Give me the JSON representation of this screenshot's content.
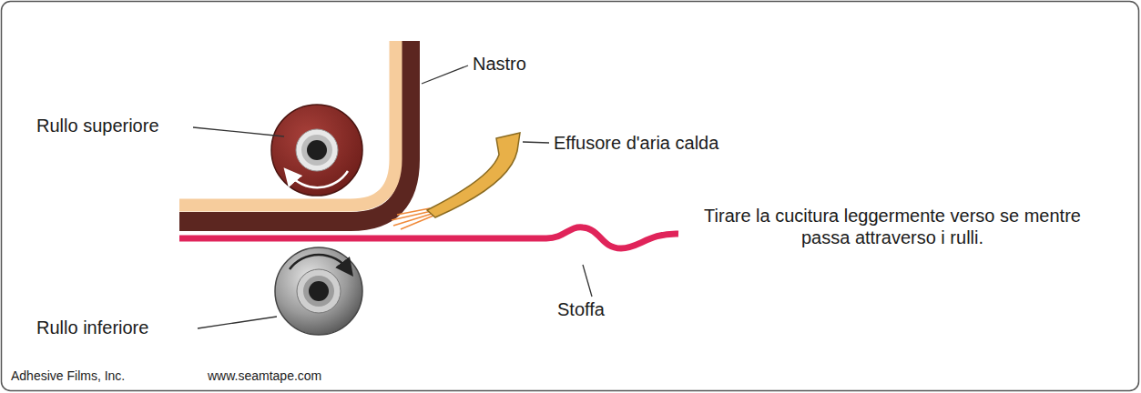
{
  "diagram": {
    "labels": [
      "Nastro",
      "Rullo superiore",
      "Effusore d'aria calda",
      "Tirare la cucitura leggermente verso se mentre passa attraverso i rulli.",
      "Stoffa",
      "Rullo inferiore",
      "Adhesive Films, Inc.",
      "www.seamtape.com"
    ]
  }
}
